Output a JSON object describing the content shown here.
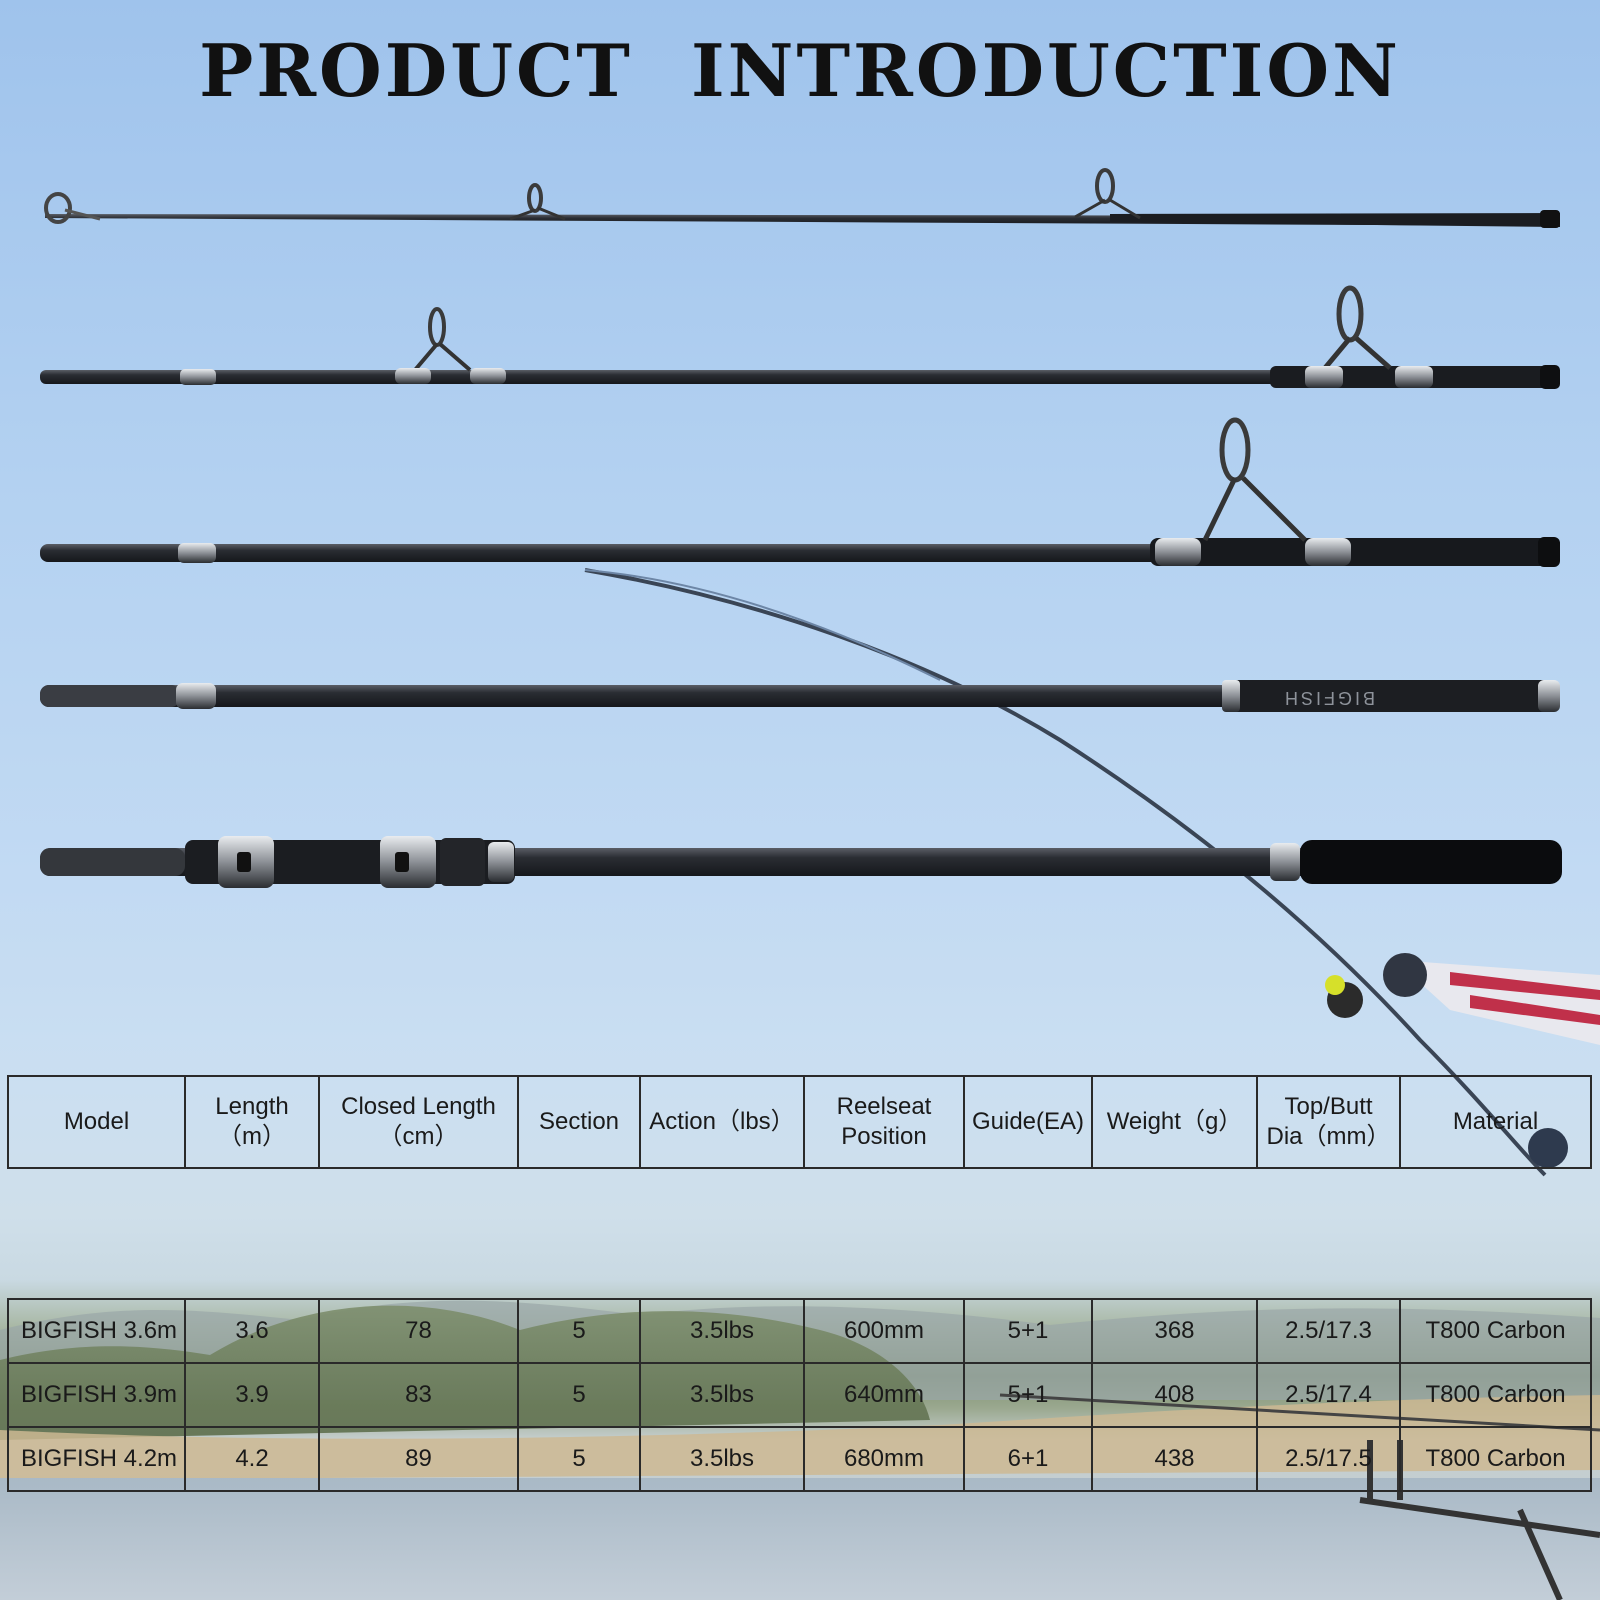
{
  "title": "PRODUCT  INTRODUCTION",
  "table": {
    "columns": [
      {
        "line1": "Model",
        "line2": ""
      },
      {
        "line1": "Length",
        "line2": "（m）"
      },
      {
        "line1": "Closed Length",
        "line2": "（cm）"
      },
      {
        "line1": "Section",
        "line2": ""
      },
      {
        "line1": "Action（lbs）",
        "line2": ""
      },
      {
        "line1": "Reelseat",
        "line2": "Position"
      },
      {
        "line1": "Guide(EA)",
        "line2": ""
      },
      {
        "line1": "Weight（g）",
        "line2": ""
      },
      {
        "line1": "Top/Butt",
        "line2": "Dia（mm）"
      },
      {
        "line1": "Material",
        "line2": ""
      }
    ],
    "rows": [
      [
        "BIGFISH 3.6m",
        "3.6",
        "78",
        "5",
        "3.5lbs",
        "600mm",
        "5+1",
        "368",
        "2.5/17.3",
        "T800 Carbon"
      ],
      [
        "BIGFISH 3.9m",
        "3.9",
        "83",
        "5",
        "3.5lbs",
        "640mm",
        "5+1",
        "408",
        "2.5/17.4",
        "T800 Carbon"
      ],
      [
        "BIGFISH 4.2m",
        "4.2",
        "89",
        "5",
        "3.5lbs",
        "680mm",
        "6+1",
        "438",
        "2.5/17.5",
        "T800 Carbon"
      ]
    ]
  },
  "rod_label": "BIGFISH"
}
